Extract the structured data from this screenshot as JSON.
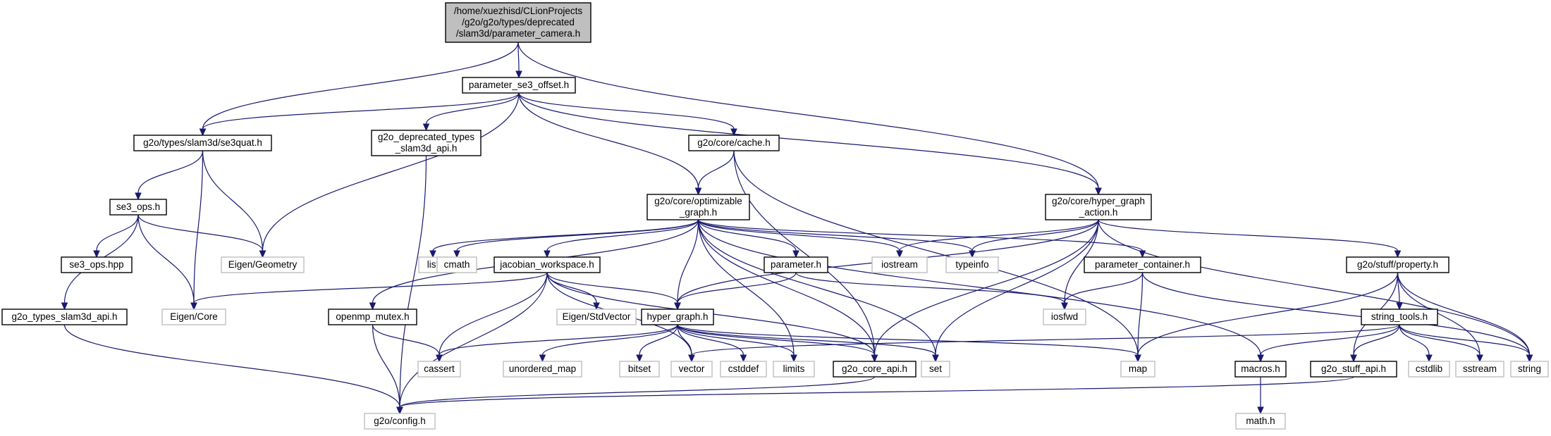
{
  "colors": {
    "edge": "#191970",
    "root_fill": "#bfbfbf",
    "local_border": "#000000",
    "system_border": "#bfbfbf",
    "background": "#ffffff"
  },
  "nodes": [
    {
      "id": "parameter_camera",
      "lines": [
        "/home/xuezhisd/CLionProjects",
        "/g2o/g2o/types/deprecated",
        "/slam3d/parameter_camera.h"
      ],
      "kind": "root"
    },
    {
      "id": "parameter_se3_offset",
      "lines": [
        "parameter_se3_offset.h"
      ],
      "kind": "local"
    },
    {
      "id": "se3quat",
      "lines": [
        "g2o/types/slam3d/se3quat.h"
      ],
      "kind": "local"
    },
    {
      "id": "deprecated_api",
      "lines": [
        "g2o_deprecated_types",
        "_slam3d_api.h"
      ],
      "kind": "local"
    },
    {
      "id": "cache",
      "lines": [
        "g2o/core/cache.h"
      ],
      "kind": "local"
    },
    {
      "id": "optimizable_graph",
      "lines": [
        "g2o/core/optimizable",
        "_graph.h"
      ],
      "kind": "local"
    },
    {
      "id": "hyper_graph_action",
      "lines": [
        "g2o/core/hyper_graph",
        "_action.h"
      ],
      "kind": "local"
    },
    {
      "id": "se3_ops_h",
      "lines": [
        "se3_ops.h"
      ],
      "kind": "local"
    },
    {
      "id": "se3_ops_hpp",
      "lines": [
        "se3_ops.hpp"
      ],
      "kind": "local"
    },
    {
      "id": "eigen_geometry",
      "lines": [
        "Eigen/Geometry"
      ],
      "kind": "system"
    },
    {
      "id": "list",
      "lines": [
        "list"
      ],
      "kind": "system"
    },
    {
      "id": "cmath",
      "lines": [
        "cmath"
      ],
      "kind": "system"
    },
    {
      "id": "jacobian_workspace",
      "lines": [
        "jacobian_workspace.h"
      ],
      "kind": "local"
    },
    {
      "id": "parameter",
      "lines": [
        "parameter.h"
      ],
      "kind": "local"
    },
    {
      "id": "iostream",
      "lines": [
        "iostream"
      ],
      "kind": "system"
    },
    {
      "id": "typeinfo",
      "lines": [
        "typeinfo"
      ],
      "kind": "system"
    },
    {
      "id": "parameter_container",
      "lines": [
        "parameter_container.h"
      ],
      "kind": "local"
    },
    {
      "id": "property",
      "lines": [
        "g2o/stuff/property.h"
      ],
      "kind": "local"
    },
    {
      "id": "slam3d_api",
      "lines": [
        "g2o_types_slam3d_api.h"
      ],
      "kind": "local"
    },
    {
      "id": "eigen_core",
      "lines": [
        "Eigen/Core"
      ],
      "kind": "system"
    },
    {
      "id": "openmp_mutex",
      "lines": [
        "openmp_mutex.h"
      ],
      "kind": "local"
    },
    {
      "id": "eigen_stdvector",
      "lines": [
        "Eigen/StdVector"
      ],
      "kind": "system"
    },
    {
      "id": "hyper_graph",
      "lines": [
        "hyper_graph.h"
      ],
      "kind": "local"
    },
    {
      "id": "iosfwd",
      "lines": [
        "iosfwd"
      ],
      "kind": "system"
    },
    {
      "id": "string_tools",
      "lines": [
        "string_tools.h"
      ],
      "kind": "local"
    },
    {
      "id": "cassert",
      "lines": [
        "cassert"
      ],
      "kind": "system"
    },
    {
      "id": "unordered_map",
      "lines": [
        "unordered_map"
      ],
      "kind": "system"
    },
    {
      "id": "bitset",
      "lines": [
        "bitset"
      ],
      "kind": "system"
    },
    {
      "id": "vector",
      "lines": [
        "vector"
      ],
      "kind": "system"
    },
    {
      "id": "cstddef",
      "lines": [
        "cstddef"
      ],
      "kind": "system"
    },
    {
      "id": "limits",
      "lines": [
        "limits"
      ],
      "kind": "system"
    },
    {
      "id": "core_api",
      "lines": [
        "g2o_core_api.h"
      ],
      "kind": "local"
    },
    {
      "id": "set",
      "lines": [
        "set"
      ],
      "kind": "system"
    },
    {
      "id": "map",
      "lines": [
        "map"
      ],
      "kind": "system"
    },
    {
      "id": "macros",
      "lines": [
        "macros.h"
      ],
      "kind": "local"
    },
    {
      "id": "stuff_api",
      "lines": [
        "g2o_stuff_api.h"
      ],
      "kind": "local"
    },
    {
      "id": "cstdlib",
      "lines": [
        "cstdlib"
      ],
      "kind": "system"
    },
    {
      "id": "sstream",
      "lines": [
        "sstream"
      ],
      "kind": "system"
    },
    {
      "id": "string",
      "lines": [
        "string"
      ],
      "kind": "system"
    },
    {
      "id": "config",
      "lines": [
        "g2o/config.h"
      ],
      "kind": "system"
    },
    {
      "id": "math",
      "lines": [
        "math.h"
      ],
      "kind": "system"
    }
  ],
  "edges": [
    [
      "parameter_camera",
      "parameter_se3_offset"
    ],
    [
      "parameter_camera",
      "se3quat"
    ],
    [
      "parameter_camera",
      "hyper_graph_action"
    ],
    [
      "parameter_se3_offset",
      "se3quat"
    ],
    [
      "parameter_se3_offset",
      "deprecated_api"
    ],
    [
      "parameter_se3_offset",
      "cache"
    ],
    [
      "parameter_se3_offset",
      "optimizable_graph"
    ],
    [
      "parameter_se3_offset",
      "hyper_graph_action"
    ],
    [
      "parameter_se3_offset",
      "eigen_geometry"
    ],
    [
      "se3quat",
      "se3_ops_h"
    ],
    [
      "se3quat",
      "eigen_geometry"
    ],
    [
      "se3quat",
      "eigen_core"
    ],
    [
      "se3_ops_h",
      "se3_ops_hpp"
    ],
    [
      "se3_ops_h",
      "eigen_geometry"
    ],
    [
      "se3_ops_h",
      "eigen_core"
    ],
    [
      "se3_ops_h",
      "slam3d_api"
    ],
    [
      "slam3d_api",
      "config"
    ],
    [
      "deprecated_api",
      "config"
    ],
    [
      "cache",
      "optimizable_graph"
    ],
    [
      "cache",
      "core_api"
    ],
    [
      "cache",
      "map"
    ],
    [
      "optimizable_graph",
      "list"
    ],
    [
      "optimizable_graph",
      "cmath"
    ],
    [
      "optimizable_graph",
      "jacobian_workspace"
    ],
    [
      "optimizable_graph",
      "parameter"
    ],
    [
      "optimizable_graph",
      "iostream"
    ],
    [
      "optimizable_graph",
      "typeinfo"
    ],
    [
      "optimizable_graph",
      "parameter_container"
    ],
    [
      "optimizable_graph",
      "openmp_mutex"
    ],
    [
      "optimizable_graph",
      "hyper_graph"
    ],
    [
      "optimizable_graph",
      "limits"
    ],
    [
      "optimizable_graph",
      "core_api"
    ],
    [
      "optimizable_graph",
      "set"
    ],
    [
      "optimizable_graph",
      "macros"
    ],
    [
      "hyper_graph_action",
      "hyper_graph"
    ],
    [
      "hyper_graph_action",
      "iostream"
    ],
    [
      "hyper_graph_action",
      "typeinfo"
    ],
    [
      "hyper_graph_action",
      "iosfwd"
    ],
    [
      "hyper_graph_action",
      "property"
    ],
    [
      "hyper_graph_action",
      "string"
    ],
    [
      "hyper_graph_action",
      "set"
    ],
    [
      "hyper_graph_action",
      "core_api"
    ],
    [
      "jacobian_workspace",
      "eigen_core"
    ],
    [
      "jacobian_workspace",
      "eigen_stdvector"
    ],
    [
      "jacobian_workspace",
      "hyper_graph"
    ],
    [
      "jacobian_workspace",
      "cassert"
    ],
    [
      "jacobian_workspace",
      "vector"
    ],
    [
      "jacobian_workspace",
      "config"
    ],
    [
      "jacobian_workspace",
      "core_api"
    ],
    [
      "parameter",
      "hyper_graph"
    ],
    [
      "parameter",
      "iosfwd"
    ],
    [
      "parameter_container",
      "iosfwd"
    ],
    [
      "parameter_container",
      "map"
    ],
    [
      "parameter_container",
      "string"
    ],
    [
      "property",
      "string_tools"
    ],
    [
      "property",
      "map"
    ],
    [
      "property",
      "string"
    ],
    [
      "property",
      "sstream"
    ],
    [
      "property",
      "stuff_api"
    ],
    [
      "openmp_mutex",
      "cassert"
    ],
    [
      "openmp_mutex",
      "config"
    ],
    [
      "hyper_graph",
      "cassert"
    ],
    [
      "hyper_graph",
      "unordered_map"
    ],
    [
      "hyper_graph",
      "bitset"
    ],
    [
      "hyper_graph",
      "vector"
    ],
    [
      "hyper_graph",
      "cstddef"
    ],
    [
      "hyper_graph",
      "limits"
    ],
    [
      "hyper_graph",
      "core_api"
    ],
    [
      "hyper_graph",
      "set"
    ],
    [
      "hyper_graph",
      "map"
    ],
    [
      "string_tools",
      "vector"
    ],
    [
      "string_tools",
      "macros"
    ],
    [
      "string_tools",
      "stuff_api"
    ],
    [
      "string_tools",
      "cstdlib"
    ],
    [
      "string_tools",
      "sstream"
    ],
    [
      "string_tools",
      "string"
    ],
    [
      "core_api",
      "config"
    ],
    [
      "stuff_api",
      "config"
    ],
    [
      "macros",
      "math"
    ]
  ]
}
